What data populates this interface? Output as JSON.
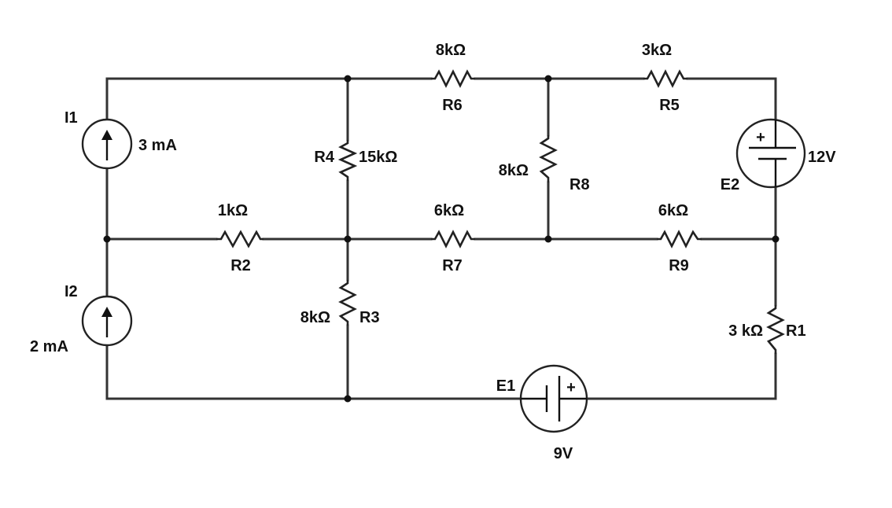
{
  "resistors": {
    "R1": {
      "name": "R1",
      "value": "3 kΩ"
    },
    "R2": {
      "name": "R2",
      "value": "1kΩ"
    },
    "R3": {
      "name": "R3",
      "value": "8kΩ"
    },
    "R4": {
      "name": "R4",
      "value": "15kΩ"
    },
    "R5": {
      "name": "R5",
      "value": "3kΩ"
    },
    "R6": {
      "name": "R6",
      "value": "8kΩ"
    },
    "R7": {
      "name": "R7",
      "value": "6kΩ"
    },
    "R8": {
      "name": "R8",
      "value": "8kΩ"
    },
    "R9": {
      "name": "R9",
      "value": "6kΩ"
    }
  },
  "current_sources": {
    "I1": {
      "name": "I1",
      "value": "3 mA"
    },
    "I2": {
      "name": "I2",
      "value": "2 mA"
    }
  },
  "voltage_sources": {
    "E1": {
      "name": "E1",
      "value": "9V",
      "polarity_symbol": "+"
    },
    "E2": {
      "name": "E2",
      "value": "12V",
      "polarity_symbol": "+"
    }
  }
}
